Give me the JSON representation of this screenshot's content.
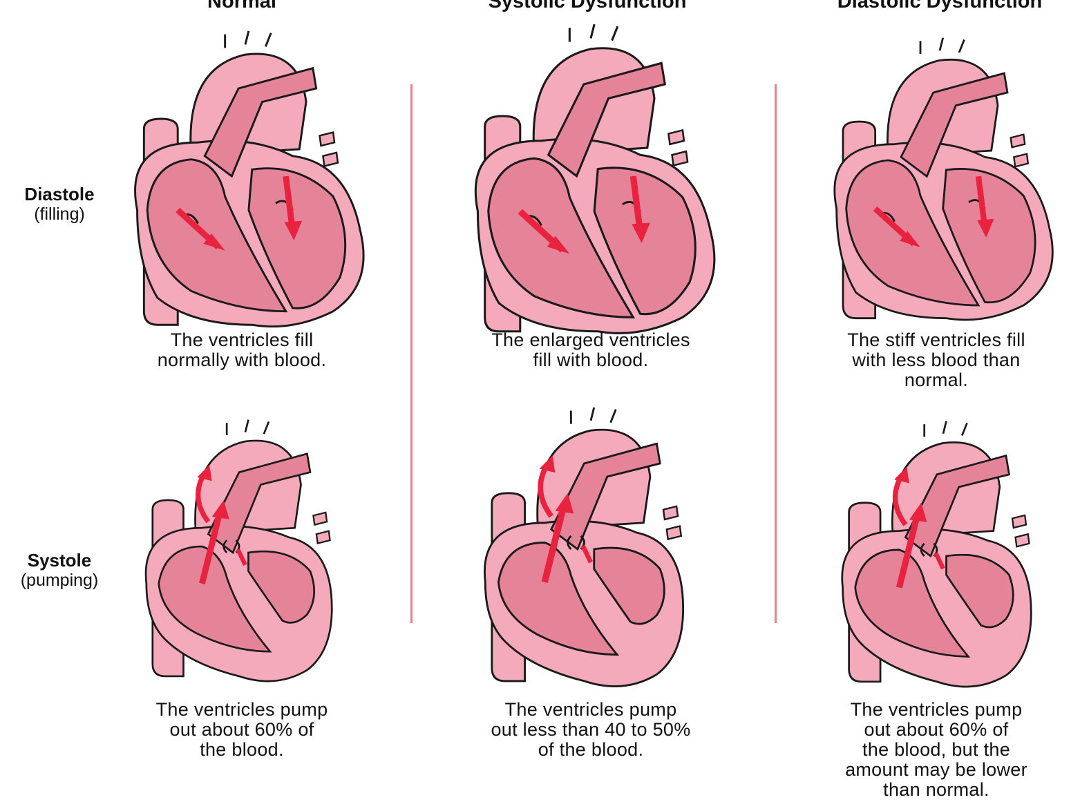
{
  "columns": [
    {
      "title": "Normal"
    },
    {
      "title": "Systolic Dysfunction"
    },
    {
      "title": "Diastolic Dysfunction"
    }
  ],
  "rows": [
    {
      "label": "Diastole",
      "sublabel": "(filling)"
    },
    {
      "label": "Systole",
      "sublabel": "(pumping)"
    }
  ],
  "captions": {
    "normal_diastole": [
      "The ventricles fill",
      "normally with blood."
    ],
    "systolic_diastole": [
      "The enlarged ventricles",
      "fill with blood."
    ],
    "diastolic_diastole": [
      "The stiff ventricles fill",
      "with less blood than",
      "normal."
    ],
    "normal_systole": [
      "The ventricles pump",
      "out about 60% of",
      "the blood."
    ],
    "systolic_systole": [
      "The ventricles pump",
      "out less than 40 to 50%",
      "of the blood."
    ],
    "diastolic_systole": [
      "The ventricles pump",
      "out about 60% of",
      "the blood, but the",
      "amount may be lower",
      "than normal."
    ]
  },
  "colors": {
    "outer": "#f4aabb",
    "chamber": "#e58499",
    "arrow": "#e8223f",
    "outline": "#1a1a1a",
    "divider": "#e8808f"
  }
}
